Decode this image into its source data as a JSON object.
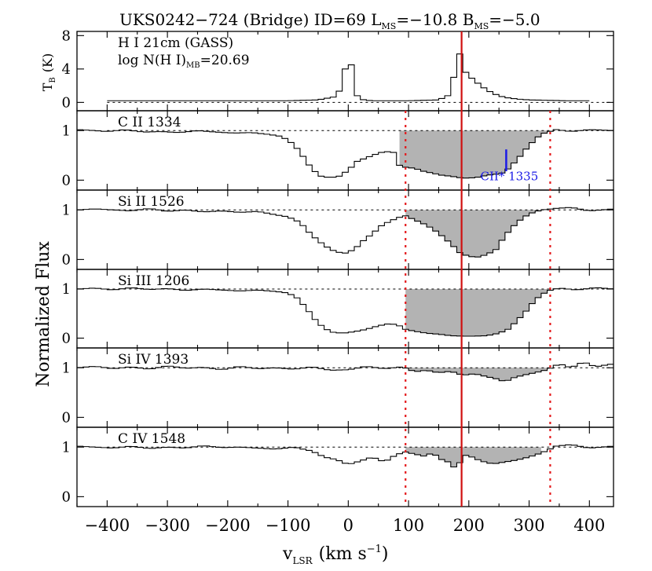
{
  "chart_data": {
    "type": "line",
    "title": "UKS0242−724 (Bridge) ID=69 L",
    "title_l_sub": "MS",
    "title_l_val": "=−10.8 B",
    "title_b_sub": "MS",
    "title_b_val": "=−5.0",
    "xlabel_main": "v",
    "xlabel_sub": "LSR",
    "xlabel_unit": "(km s",
    "xlabel_exp": "−1",
    "xlabel_close": ")",
    "ylabel": "Normalized Flux",
    "hi_ylabel_main": "T",
    "hi_ylabel_sub": "B",
    "hi_ylabel_unit": "(K)",
    "xlim": [
      -450,
      440
    ],
    "x_ticks": [
      -400,
      -300,
      -200,
      -100,
      0,
      100,
      200,
      300,
      400
    ],
    "x_tick_labels": [
      "−400",
      "−300",
      "−200",
      "−100",
      "0",
      "100",
      "200",
      "300",
      "400"
    ],
    "velocity_markers": {
      "dotted": [
        95,
        335
      ],
      "solid": 188,
      "dotted_color": "#e41a1c",
      "solid_color": "#d01010"
    },
    "shade_color": "#b3b3b3",
    "panels": [
      {
        "id": "hi",
        "label": "H I 21cm (GASS)",
        "sublabel_main": "log N(H I)",
        "sublabel_sub": "MB",
        "sublabel_val": "=20.69",
        "ylim": [
          -1,
          8.5
        ],
        "yticks": [
          0,
          4,
          8
        ],
        "ytick_labels": [
          "0",
          "4",
          "8"
        ],
        "continuum": 0,
        "x": [
          -400,
          -100,
          -50,
          -20,
          -10,
          -5,
          0,
          5,
          10,
          15,
          20,
          30,
          40,
          60,
          100,
          150,
          165,
          170,
          175,
          180,
          183,
          186,
          190,
          195,
          200,
          205,
          210,
          215,
          220,
          230,
          240,
          250,
          260,
          280,
          300,
          330,
          360,
          400
        ],
        "y": [
          0.2,
          0.2,
          0.3,
          0.7,
          2.0,
          4.0,
          6.0,
          4.5,
          2.0,
          0.8,
          0.4,
          0.25,
          0.2,
          0.2,
          0.2,
          0.3,
          0.8,
          1.5,
          3.0,
          6.0,
          6.6,
          5.4,
          4.2,
          3.6,
          3.2,
          2.9,
          2.6,
          2.3,
          2.0,
          1.5,
          1.1,
          0.8,
          0.6,
          0.4,
          0.3,
          0.25,
          0.2,
          0.2
        ]
      },
      {
        "id": "cii",
        "label": "C II 1334",
        "ylim": [
          -0.2,
          1.4
        ],
        "yticks": [
          0,
          1
        ],
        "ytick_labels": [
          "0",
          "1"
        ],
        "continuum": 1,
        "shade": [
          85,
          345
        ],
        "annotation": {
          "text": "CII* 1335",
          "x": 262,
          "color": "#1a1ae6"
        },
        "x": [
          -450,
          -420,
          -400,
          -370,
          -340,
          -310,
          -280,
          -250,
          -220,
          -190,
          -160,
          -130,
          -110,
          -90,
          -75,
          -60,
          -45,
          -30,
          -15,
          0,
          15,
          30,
          45,
          60,
          75,
          85,
          95,
          110,
          125,
          140,
          155,
          170,
          185,
          200,
          215,
          230,
          245,
          258,
          270,
          285,
          300,
          320,
          345,
          370,
          400,
          440
        ],
        "y": [
          1.02,
          1.0,
          0.98,
          1.02,
          0.97,
          0.98,
          0.96,
          1.0,
          0.97,
          0.95,
          0.96,
          0.92,
          0.88,
          0.72,
          0.48,
          0.22,
          0.08,
          0.05,
          0.08,
          0.2,
          0.38,
          0.45,
          0.52,
          0.58,
          0.56,
          0.3,
          0.26,
          0.24,
          0.18,
          0.14,
          0.1,
          0.08,
          0.05,
          0.04,
          0.06,
          0.1,
          0.12,
          0.15,
          0.28,
          0.48,
          0.7,
          0.93,
          1.02,
          0.98,
          1.02,
          1.0
        ]
      },
      {
        "id": "siii",
        "label": "Si II 1526",
        "ylim": [
          -0.2,
          1.4
        ],
        "yticks": [
          0,
          1
        ],
        "ytick_labels": [
          "0",
          "1"
        ],
        "continuum": 1,
        "shade": [
          95,
          320
        ],
        "x": [
          -450,
          -420,
          -390,
          -360,
          -330,
          -300,
          -270,
          -240,
          -210,
          -180,
          -150,
          -120,
          -100,
          -80,
          -65,
          -50,
          -35,
          -20,
          -5,
          10,
          25,
          40,
          55,
          70,
          85,
          95,
          110,
          125,
          140,
          155,
          170,
          185,
          200,
          215,
          230,
          245,
          260,
          280,
          300,
          320,
          345,
          370,
          400,
          440
        ],
        "y": [
          1.0,
          1.02,
          1.0,
          0.98,
          1.03,
          0.97,
          1.0,
          0.96,
          0.98,
          0.95,
          0.97,
          0.9,
          0.86,
          0.75,
          0.55,
          0.38,
          0.25,
          0.15,
          0.13,
          0.2,
          0.38,
          0.52,
          0.68,
          0.78,
          0.85,
          0.88,
          0.8,
          0.72,
          0.62,
          0.48,
          0.32,
          0.14,
          0.06,
          0.05,
          0.1,
          0.2,
          0.48,
          0.75,
          0.92,
          1.0,
          1.03,
          1.05,
          0.98,
          1.02
        ]
      },
      {
        "id": "siiii",
        "label": "Si III 1206",
        "ylim": [
          -0.2,
          1.4
        ],
        "yticks": [
          0,
          1
        ],
        "ytick_labels": [
          "0",
          "1"
        ],
        "continuum": 1,
        "shade": [
          95,
          330
        ],
        "x": [
          -450,
          -420,
          -390,
          -360,
          -330,
          -300,
          -270,
          -240,
          -210,
          -180,
          -150,
          -120,
          -100,
          -85,
          -70,
          -55,
          -40,
          -25,
          -10,
          10,
          30,
          50,
          70,
          85,
          95,
          110,
          130,
          150,
          170,
          190,
          210,
          230,
          250,
          265,
          280,
          295,
          310,
          330,
          350,
          380,
          410,
          440
        ],
        "y": [
          1.0,
          1.02,
          0.98,
          1.03,
          0.99,
          1.01,
          0.97,
          1.0,
          0.98,
          0.96,
          0.98,
          0.95,
          0.92,
          0.82,
          0.62,
          0.38,
          0.2,
          0.12,
          0.1,
          0.13,
          0.18,
          0.25,
          0.3,
          0.25,
          0.18,
          0.14,
          0.1,
          0.08,
          0.05,
          0.04,
          0.04,
          0.05,
          0.1,
          0.18,
          0.35,
          0.55,
          0.78,
          0.96,
          1.02,
          0.98,
          1.03,
          1.0
        ]
      },
      {
        "id": "siiv",
        "label": "Si IV 1393",
        "ylim": [
          -0.2,
          1.4
        ],
        "yticks": [
          0,
          1
        ],
        "ytick_labels": [
          "0",
          "1"
        ],
        "continuum": 1,
        "shade": [
          95,
          330
        ],
        "x": [
          -450,
          -420,
          -390,
          -360,
          -330,
          -300,
          -270,
          -240,
          -210,
          -180,
          -150,
          -120,
          -90,
          -60,
          -30,
          0,
          30,
          60,
          90,
          110,
          130,
          150,
          170,
          190,
          210,
          230,
          245,
          260,
          275,
          290,
          310,
          330,
          350,
          370,
          390,
          410,
          440
        ],
        "y": [
          1.0,
          1.03,
          0.98,
          1.02,
          0.97,
          1.04,
          0.99,
          1.01,
          0.96,
          1.03,
          0.98,
          1.0,
          0.97,
          1.02,
          0.95,
          0.96,
          1.03,
          0.98,
          1.02,
          0.92,
          0.95,
          0.9,
          0.93,
          0.85,
          0.88,
          0.82,
          0.78,
          0.72,
          0.8,
          0.85,
          0.9,
          0.96,
          1.08,
          1.0,
          1.12,
          1.02,
          1.08
        ]
      },
      {
        "id": "civ",
        "label": "C IV 1548",
        "ylim": [
          -0.2,
          1.4
        ],
        "yticks": [
          0,
          1
        ],
        "ytick_labels": [
          "0",
          "1"
        ],
        "continuum": 1,
        "shade": [
          95,
          320
        ],
        "x": [
          -450,
          -420,
          -390,
          -360,
          -330,
          -300,
          -270,
          -240,
          -210,
          -180,
          -150,
          -120,
          -90,
          -60,
          -40,
          -20,
          0,
          20,
          40,
          60,
          80,
          95,
          110,
          125,
          140,
          155,
          170,
          180,
          190,
          205,
          220,
          240,
          260,
          280,
          300,
          320,
          345,
          370,
          400,
          440
        ],
        "y": [
          1.02,
          1.0,
          0.98,
          1.02,
          0.97,
          1.0,
          0.98,
          1.03,
          0.99,
          1.0,
          0.98,
          0.96,
          1.0,
          0.92,
          0.8,
          0.75,
          0.65,
          0.72,
          0.8,
          0.7,
          0.85,
          0.9,
          0.86,
          0.82,
          0.88,
          0.75,
          0.68,
          0.52,
          0.85,
          0.8,
          0.72,
          0.66,
          0.7,
          0.74,
          0.8,
          0.88,
          1.02,
          1.05,
          0.98,
          1.02
        ]
      }
    ]
  }
}
